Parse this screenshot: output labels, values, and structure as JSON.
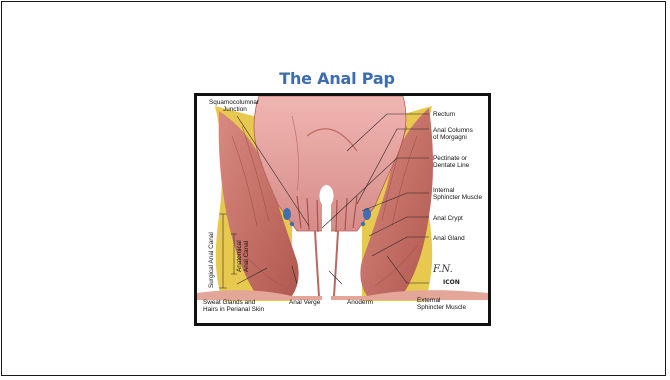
{
  "slide": {
    "title": "The Anal Pap"
  },
  "figure": {
    "labels": {
      "squamocolumnar_1": "Squamocolumnar",
      "squamocolumnar_2": "Junction",
      "rectum": "Rectum",
      "anal_columns_1": "Anal Columns",
      "anal_columns_2": "of Morgagni",
      "pectinate_1": "Pectinate or",
      "pectinate_2": "Dentate Line",
      "internal_1": "Internal",
      "internal_2": "Sphincter Muscle",
      "anal_crypt": "Anal Crypt",
      "anal_gland": "Anal Gland",
      "surgical_canal": "Surgical Anal Canal",
      "anatomical_1": "Anatomical",
      "anatomical_2": "Anal Canal",
      "sweat_1": "Sweat Glands and",
      "sweat_2": "Hairs in Perianal Skin",
      "anal_verge": "Anal Verge",
      "anoderm": "Anoderm",
      "external_1": "External",
      "external_2": "Sphincter Muscle"
    },
    "colors": {
      "mucosa": "#e6a3a0",
      "muscle": "#c8766f",
      "fat": "#e7c64f",
      "gland": "#3f6fb0"
    }
  }
}
